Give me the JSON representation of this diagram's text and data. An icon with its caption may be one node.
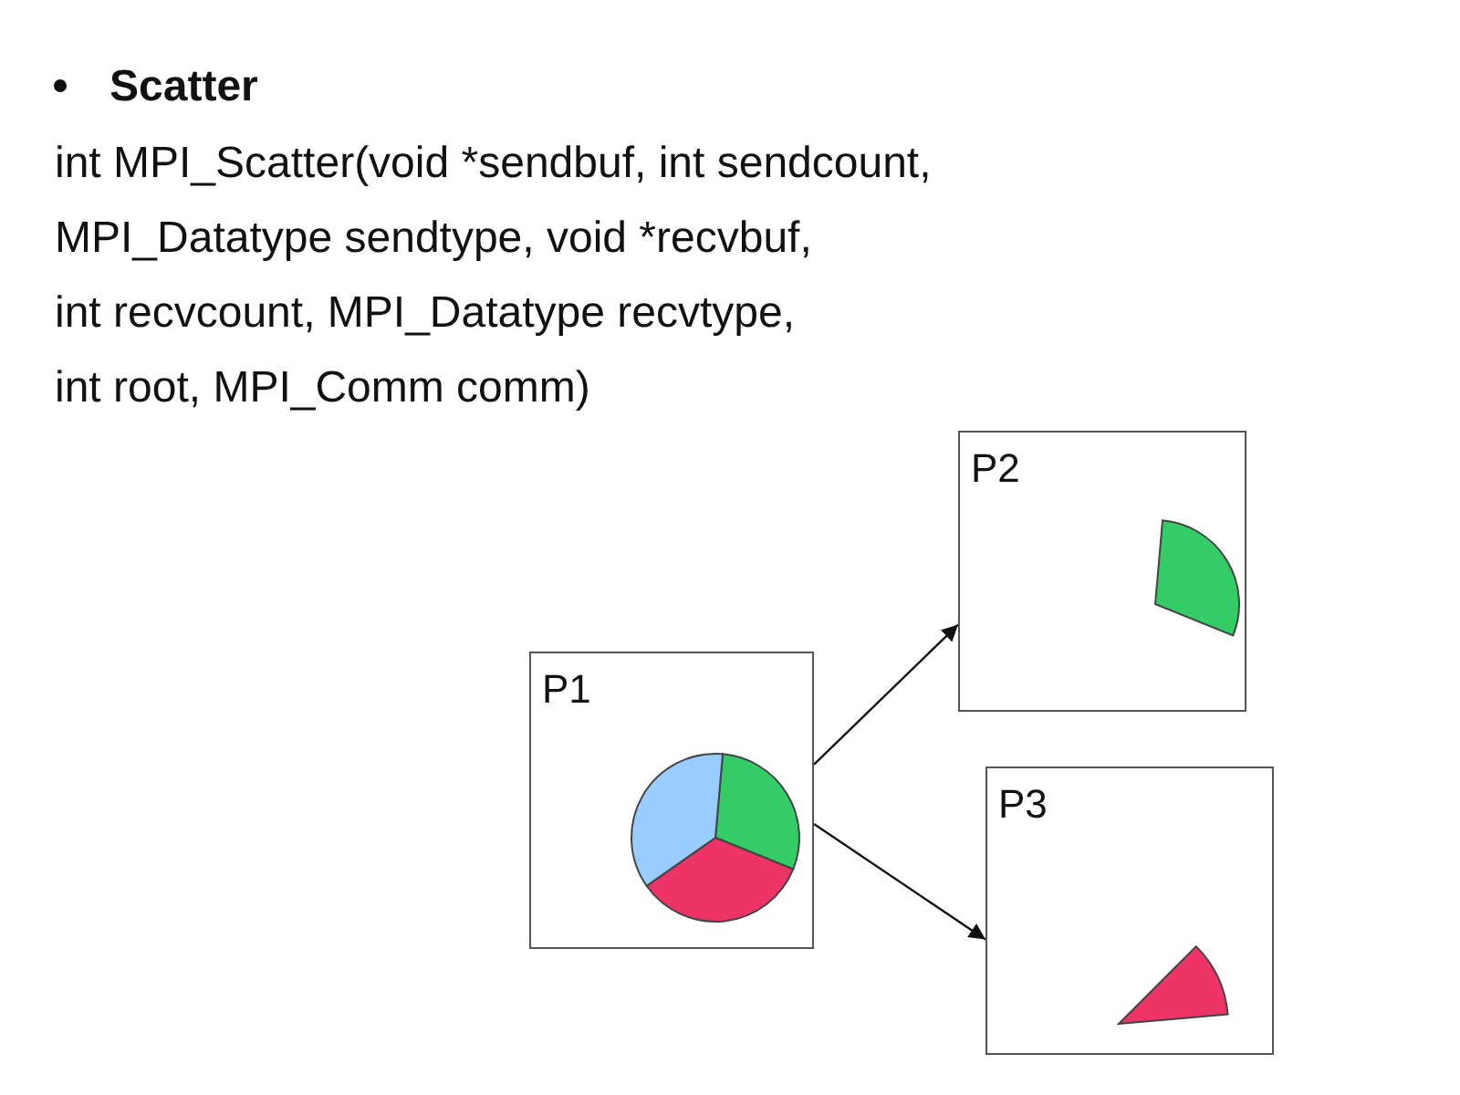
{
  "diagram": {
    "title": "Scatter",
    "nodes": [
      {
        "text": [
          "P1"
        ]
      },
      {
        "text": [
          "P2"
        ]
      },
      {
        "text": [
          "P3"
        ]
      }
    ],
    "edges": [
      {
        "from": 0,
        "to": 1,
        "arrow": "to"
      },
      {
        "from": 0,
        "to": 2,
        "arrow": "to"
      }
    ],
    "labels": [
      "int MPI_Scatter(void *sendbuf, int sendcount,",
      "MPI_Datatype sendtype, void *recvbuf,",
      "int recvcount, MPI_Datatype recvtype,",
      "int root, MPI_Comm comm)"
    ]
  }
}
